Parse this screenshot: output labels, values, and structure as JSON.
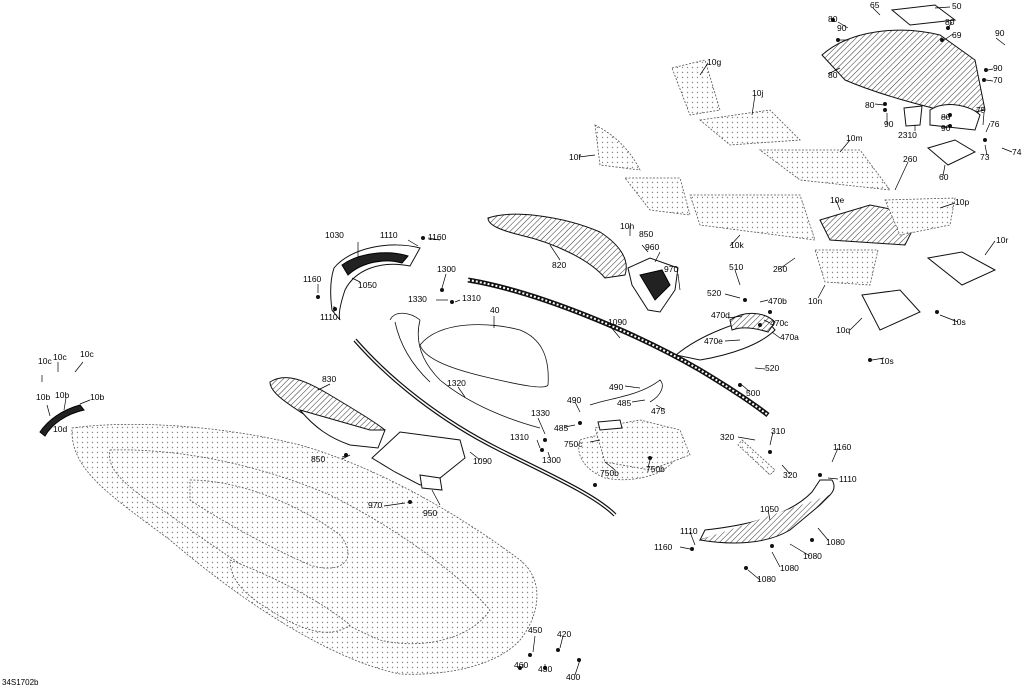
{
  "document_code": "34S1702b",
  "callouts": [
    "10c",
    "10c",
    "10c",
    "10b",
    "10b",
    "10b",
    "10d",
    "1030",
    "1110",
    "1160",
    "1160",
    "1050",
    "1110",
    "1300",
    "1330",
    "1310",
    "830",
    "850",
    "820",
    "10h",
    "850",
    "960",
    "970",
    "40",
    "1090",
    "1320",
    "1330",
    "1310",
    "1300",
    "485",
    "750c",
    "490",
    "485",
    "490",
    "475",
    "1090",
    "850",
    "970",
    "950",
    "750b",
    "750b",
    "450",
    "420",
    "460",
    "430",
    "400",
    "510",
    "520",
    "470b",
    "470d",
    "470c",
    "470e",
    "470a",
    "520",
    "500",
    "10g",
    "10j",
    "10f",
    "10m",
    "10e",
    "10k",
    "10n",
    "10p",
    "10r",
    "10q",
    "10s",
    "10s",
    "250",
    "260",
    "60",
    "65",
    "50",
    "90",
    "80",
    "90",
    "80",
    "69",
    "80",
    "90",
    "70",
    "80",
    "90",
    "80",
    "90",
    "2310",
    "90",
    "75",
    "76",
    "73",
    "74",
    "320",
    "310",
    "320",
    "1160",
    "1110",
    "1050",
    "1080",
    "1080",
    "1080",
    "1080",
    "1110",
    "1160"
  ]
}
